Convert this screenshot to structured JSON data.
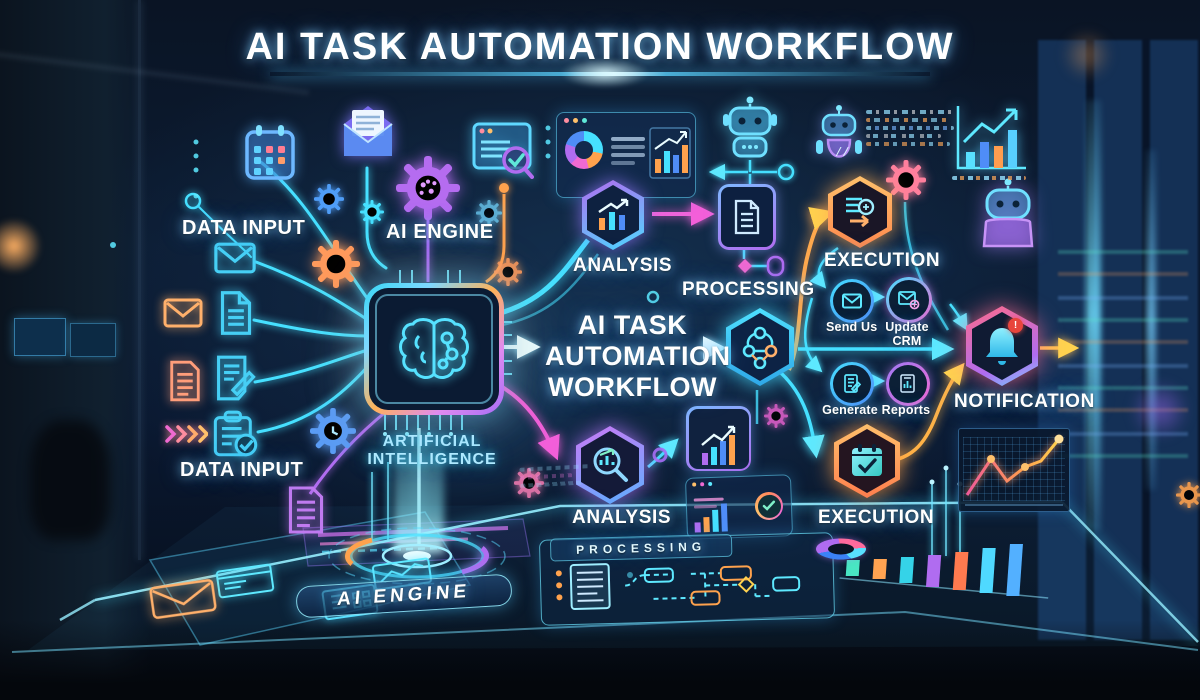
{
  "title": "AI TASK AUTOMATION WORKFLOW",
  "labels": {
    "data_input_top": "DATA INPUT",
    "data_input_bottom": "DATA INPUT",
    "ai_engine": "AI ENGINE",
    "artificial_1": "ARTIFICIAL",
    "artificial_2": "INTELLIGENCE",
    "center_1": "AI TASK",
    "center_2": "AUTOMATION",
    "center_3": "WORKFLOW",
    "analysis_top": "ANALYSIS",
    "analysis_bottom": "ANALYSIS",
    "processing_top": "PROCESSING",
    "processing_panel": "PROCESSING",
    "execution_top": "EXECUTION",
    "execution_bottom": "EXECUTION",
    "notification": "NOTIFICATION",
    "ai_engine_console": "AI ENGINE",
    "notification_badge": "!"
  },
  "actions": {
    "send_us": "Send Us",
    "update_crm": "Update CRM",
    "generate": "Generate",
    "reports": "Reports"
  },
  "icons": [
    "calendar-icon",
    "open-envelope-icon",
    "gear-brain-icon",
    "browser-check-icon",
    "envelope-icon",
    "document-icon",
    "document-pen-icon",
    "clipboard-check-icon",
    "chevrons-icon",
    "cpu-brain-chip-icon",
    "dashboard-panel",
    "bar-chart-hexagon-icon",
    "robot-icon",
    "document-node-icon",
    "network-hexagon-icon",
    "list-arrow-hexagon-icon",
    "send-envelope-icon",
    "update-crm-icon",
    "generate-doc-icon",
    "reports-doc-icon",
    "bell-icon",
    "calendar-check-hexagon-icon",
    "magnifier-chart-hexagon-icon",
    "line-chart-panel",
    "bar-chart-panel",
    "ai-portal",
    "flowchart-panel",
    "gear-icon"
  ],
  "colors": {
    "cyan": "#46e0ff",
    "blue": "#4f8df7",
    "purple": "#a56cf5",
    "magenta": "#ee5fd9",
    "orange": "#ffa24d",
    "yellow": "#ffd24f",
    "red_badge": "#e8453c",
    "background": "#0c1c33",
    "text": "#ffffff"
  }
}
